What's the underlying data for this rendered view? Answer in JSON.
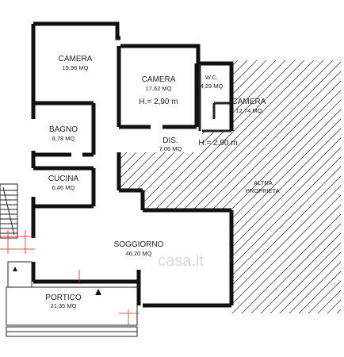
{
  "rooms": {
    "camera1": {
      "name": "CAMERA",
      "area": "19,96 MQ"
    },
    "camera2": {
      "name": "CAMERA",
      "area": "17,62 MQ",
      "height": "H.= 2,90 m"
    },
    "wc": {
      "name": "W.C.",
      "area": "4,29 MQ"
    },
    "camera3": {
      "name": "CAMERA",
      "area": "12,74 MQ"
    },
    "bagno": {
      "name": "BAGNO",
      "area": "8,78 MQ"
    },
    "dis": {
      "name": "DIS.",
      "area": "7,06 MQ",
      "height": "H.= 2,90 m"
    },
    "cucina": {
      "name": "CUCINA",
      "area": "6,46 MQ"
    },
    "soggiorno": {
      "name": "SOGGIORNO",
      "area": "46,20 MQ"
    },
    "portico": {
      "name": "PORTICO",
      "area": "21,35 MQ"
    }
  },
  "other_property": {
    "line1": "ALTRA",
    "line2": "PROPRIETA'"
  },
  "watermark": "casa.it"
}
